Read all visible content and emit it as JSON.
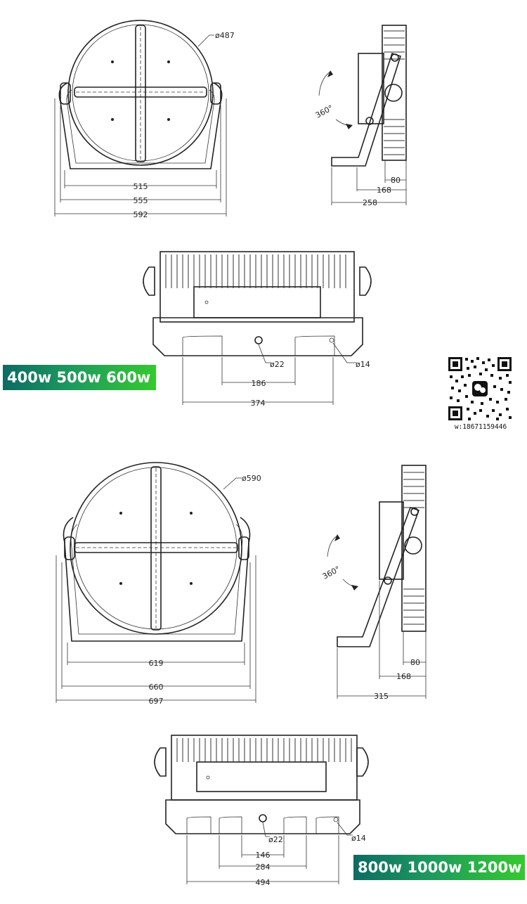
{
  "set_a": {
    "badge": "400w 500w 600w",
    "front": {
      "dia": "ø487",
      "w1": "515",
      "w2": "555",
      "w3": "592"
    },
    "side": {
      "rot": "360°",
      "d1": "80",
      "d2": "168",
      "d3": "258"
    },
    "bottom": {
      "hole": "ø22",
      "slot": "ø14",
      "p1": "186",
      "p2": "374"
    }
  },
  "set_b": {
    "badge": "800w 1000w 1200w",
    "front": {
      "dia": "ø590",
      "w1": "619",
      "w2": "660",
      "w3": "697"
    },
    "side": {
      "rot": "360°",
      "d1": "80",
      "d2": "168",
      "d3": "315"
    },
    "bottom": {
      "hole": "ø22",
      "slot": "ø14",
      "p1": "146",
      "p2": "284",
      "p3": "494"
    }
  },
  "contact": {
    "wechat": "w:18671159446"
  },
  "colors": {
    "badge_start": "#0d6b63",
    "badge_end": "#35c930",
    "line": "#222222"
  }
}
